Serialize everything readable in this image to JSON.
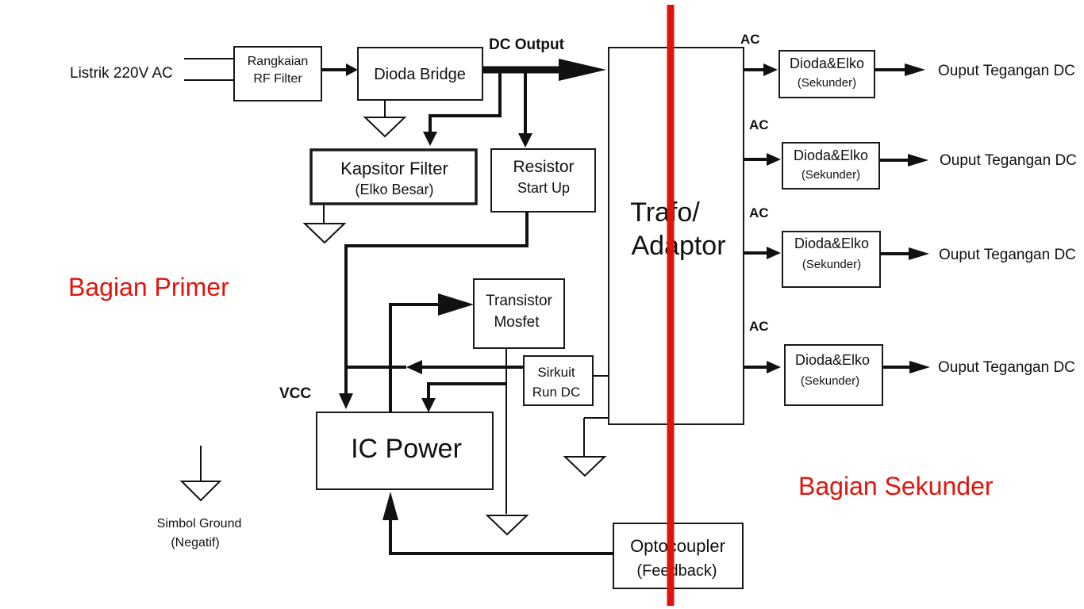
{
  "input_label": "Listrik 220V AC",
  "rf_filter": {
    "line1": "Rangkaian",
    "line2": "RF Filter"
  },
  "dioda_bridge": "Dioda Bridge",
  "dc_output": "DC Output",
  "kapasitor": {
    "line1": "Kapsitor Filter",
    "line2": "(Elko Besar)"
  },
  "resistor": {
    "line1": "Resistor",
    "line2": "Start Up"
  },
  "trafo": {
    "line1": "Trafo/",
    "line2": "Adaptor"
  },
  "transistor": {
    "line1": "Transistor",
    "line2": "Mosfet"
  },
  "sirkuit": {
    "line1": "Sirkuit",
    "line2": "Run DC"
  },
  "vcc": "VCC",
  "ic_power": "IC Power",
  "optocoupler": {
    "line1": "Optocoupler",
    "line2": "(Feedback)"
  },
  "ground_symbol": {
    "line1": "Simbol Ground",
    "line2": "(Negatif)"
  },
  "bagian_primer": "Bagian Primer",
  "bagian_sekunder": "Bagian Sekunder",
  "outputs": [
    {
      "ac": "AC",
      "box1": "Dioda&Elko",
      "box2": "(Sekunder)",
      "out": "Ouput Tegangan DC"
    },
    {
      "ac": "AC",
      "box1": "Dioda&Elko",
      "box2": "(Sekunder)",
      "out": "Ouput Tegangan DC"
    },
    {
      "ac": "AC",
      "box1": "Dioda&Elko",
      "box2": "(Sekunder)",
      "out": "Ouput Tegangan DC"
    },
    {
      "ac": "AC",
      "box1": "Dioda&Elko",
      "box2": "(Sekunder)",
      "out": "Ouput Tegangan DC"
    }
  ],
  "colors": {
    "divider": "#e0140c",
    "label_red": "#e0140c",
    "line": "#111111"
  }
}
